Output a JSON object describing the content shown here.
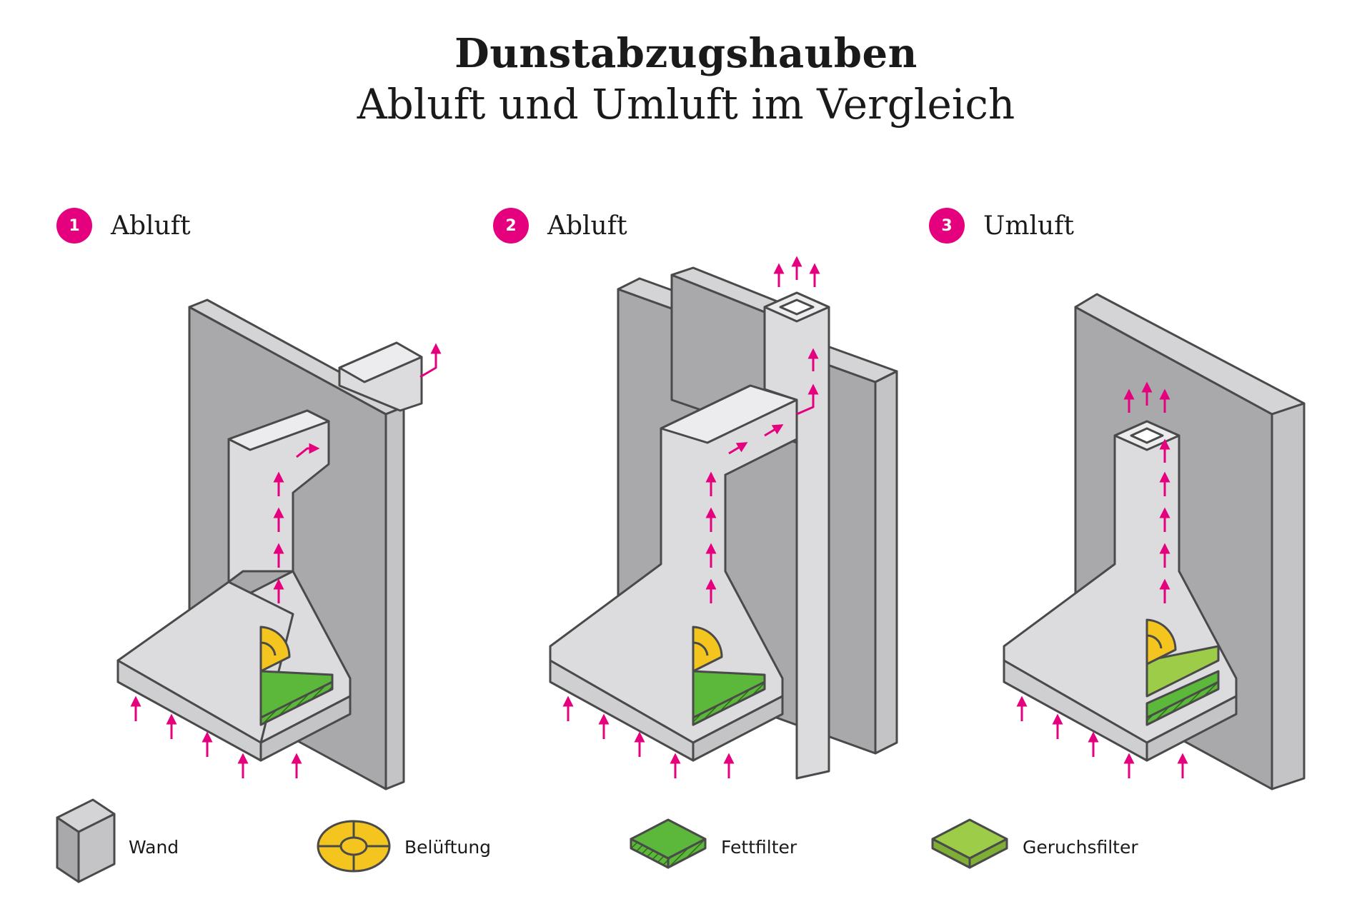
{
  "header": {
    "title": "Dunstabzugshauben",
    "subtitle": "Abluft und Umluft im Vergleich"
  },
  "panels": [
    {
      "number": "1",
      "label": "Abluft"
    },
    {
      "number": "2",
      "label": "Abluft"
    },
    {
      "number": "3",
      "label": "Umluft"
    }
  ],
  "legend": [
    {
      "label": "Wand",
      "icon": "wall-icon"
    },
    {
      "label": "Belüftung",
      "icon": "fan-icon"
    },
    {
      "label": "Fettfilter",
      "icon": "grease-filter-icon"
    },
    {
      "label": "Geruchsfilter",
      "icon": "odor-filter-icon"
    }
  ],
  "colors": {
    "accent": "#e5007e",
    "wall": "#a9a9ab",
    "hood": "#dcdcde",
    "fan": "#f4c51f",
    "grease_filter": "#5cb83a",
    "odor_filter": "#9ccc48"
  }
}
